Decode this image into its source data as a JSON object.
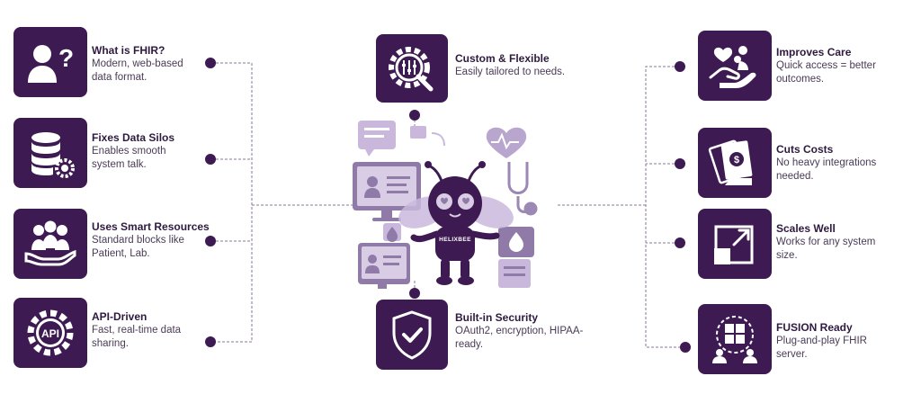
{
  "colors": {
    "tile": "#3e1a52",
    "accent": "#b9a6cf",
    "line": "#8a7a96"
  },
  "left_items": [
    {
      "icon": "person-question-icon",
      "title": "What is FHIR?",
      "desc": "Modern, web-based data format."
    },
    {
      "icon": "database-gear-icon",
      "title": "Fixes Data Silos",
      "desc": "Enables smooth system talk."
    },
    {
      "icon": "people-hand-icon",
      "title": "Uses Smart Resources",
      "desc": "Standard blocks like Patient, Lab."
    },
    {
      "icon": "api-gear-icon",
      "title": "API-Driven",
      "desc": "Fast, real-time data sharing."
    }
  ],
  "center_items": [
    {
      "icon": "gear-wrench-icon",
      "title": "Custom & Flexible",
      "desc": "Easily tailored to needs."
    },
    {
      "icon": "shield-check-icon",
      "title": "Built-in Security",
      "desc": "OAuth2, encryption, HIPAA-ready."
    }
  ],
  "right_items": [
    {
      "icon": "hand-heart-icon",
      "title": "Improves Care",
      "desc": "Quick access = better outcomes."
    },
    {
      "icon": "money-hand-icon",
      "title": "Cuts Costs",
      "desc": "No heavy integrations needed."
    },
    {
      "icon": "scale-arrow-icon",
      "title": "Scales Well",
      "desc": "Works for any system size."
    },
    {
      "icon": "puzzle-people-icon",
      "title": "FUSION Ready",
      "desc": "Plug-and-play FHIR server."
    }
  ],
  "mascot": {
    "label": "HELIXBEE"
  }
}
